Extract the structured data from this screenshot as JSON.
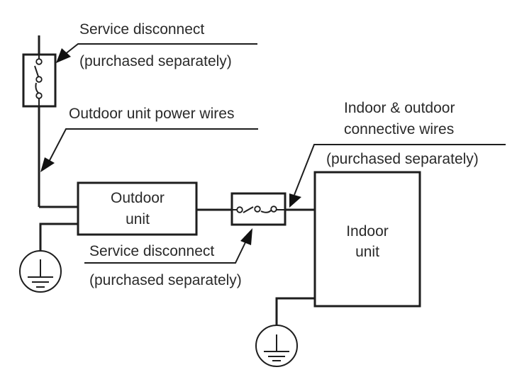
{
  "diagram": {
    "title": "",
    "components": {
      "outdoor_unit": {
        "line1": "Outdoor",
        "line2": "unit"
      },
      "indoor_unit": {
        "line1": "Indoor",
        "line2": "unit"
      }
    },
    "labels": {
      "top_disconnect": {
        "line1": "Service disconnect",
        "line2": "(purchased separately)"
      },
      "outdoor_power_wires": "Outdoor unit power wires",
      "connective_wires": {
        "line1": "Indoor & outdoor",
        "line2": "connective wires",
        "line3": "(purchased separately)"
      },
      "middle_disconnect": {
        "line1": "Service disconnect",
        "line2": "(purchased separately)"
      }
    },
    "icons": {
      "switch": "disconnect-switch-icon",
      "ground": "earth-ground-icon"
    },
    "colors": {
      "line": "#1e1e1e",
      "text": "#2a2a2a",
      "background": "#ffffff"
    }
  }
}
